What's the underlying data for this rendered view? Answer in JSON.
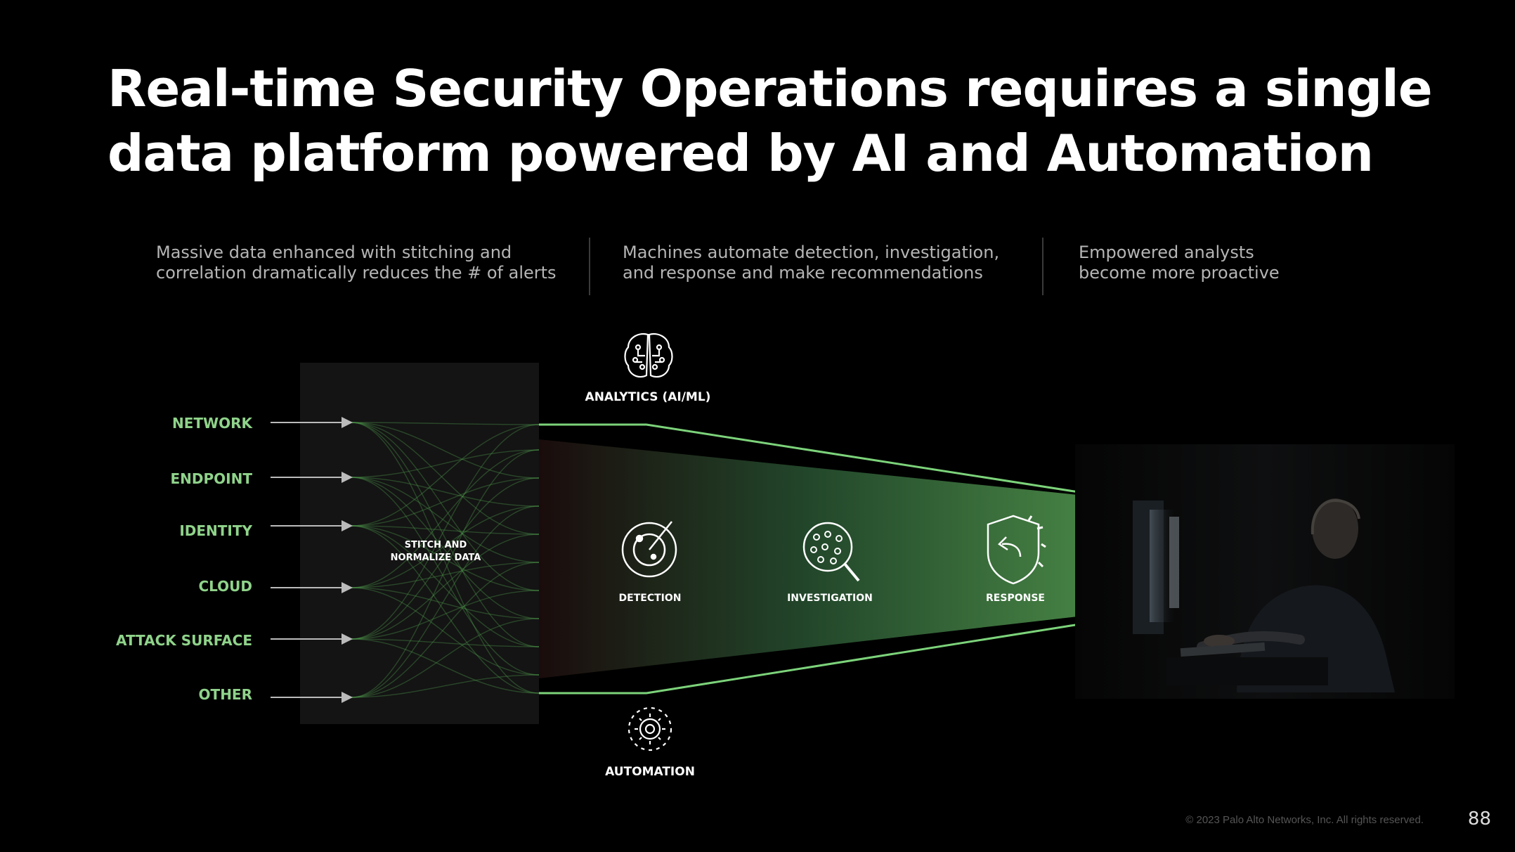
{
  "title": {
    "line1": "Real-time Security Operations requires a single",
    "line2": "data platform powered by AI and Automation"
  },
  "columns": [
    {
      "line1": "Massive data enhanced with stitching and",
      "line2": "correlation dramatically reduces the # of alerts"
    },
    {
      "line1": "Machines automate detection, investigation,",
      "line2": "and response and make recommendations"
    },
    {
      "line1": "Empowered analysts",
      "line2": "become more proactive"
    }
  ],
  "sources": [
    "NETWORK",
    "ENDPOINT",
    "IDENTITY",
    "CLOUD",
    "ATTACK SURFACE",
    "OTHER"
  ],
  "stitch": {
    "line1": "STITCH AND",
    "line2": "NORMALIZE DATA"
  },
  "analytics_label": "ANALYTICS (AI/ML)",
  "automation_label": "AUTOMATION",
  "stages": [
    "DETECTION",
    "INVESTIGATION",
    "RESPONSE"
  ],
  "icons": {
    "analytics": "brain-circuit-icon",
    "automation": "gear-cycle-icon",
    "detection": "radar-icon",
    "investigation": "magnifier-network-icon",
    "response": "shield-gear-icon"
  },
  "colors": {
    "background": "#000000",
    "accent_green": "#7cd37a",
    "funnel_green": "#3f7f3f"
  },
  "footer": {
    "copyright": "© 2023 Palo Alto Networks, Inc. All rights reserved.",
    "page_number": "88"
  }
}
